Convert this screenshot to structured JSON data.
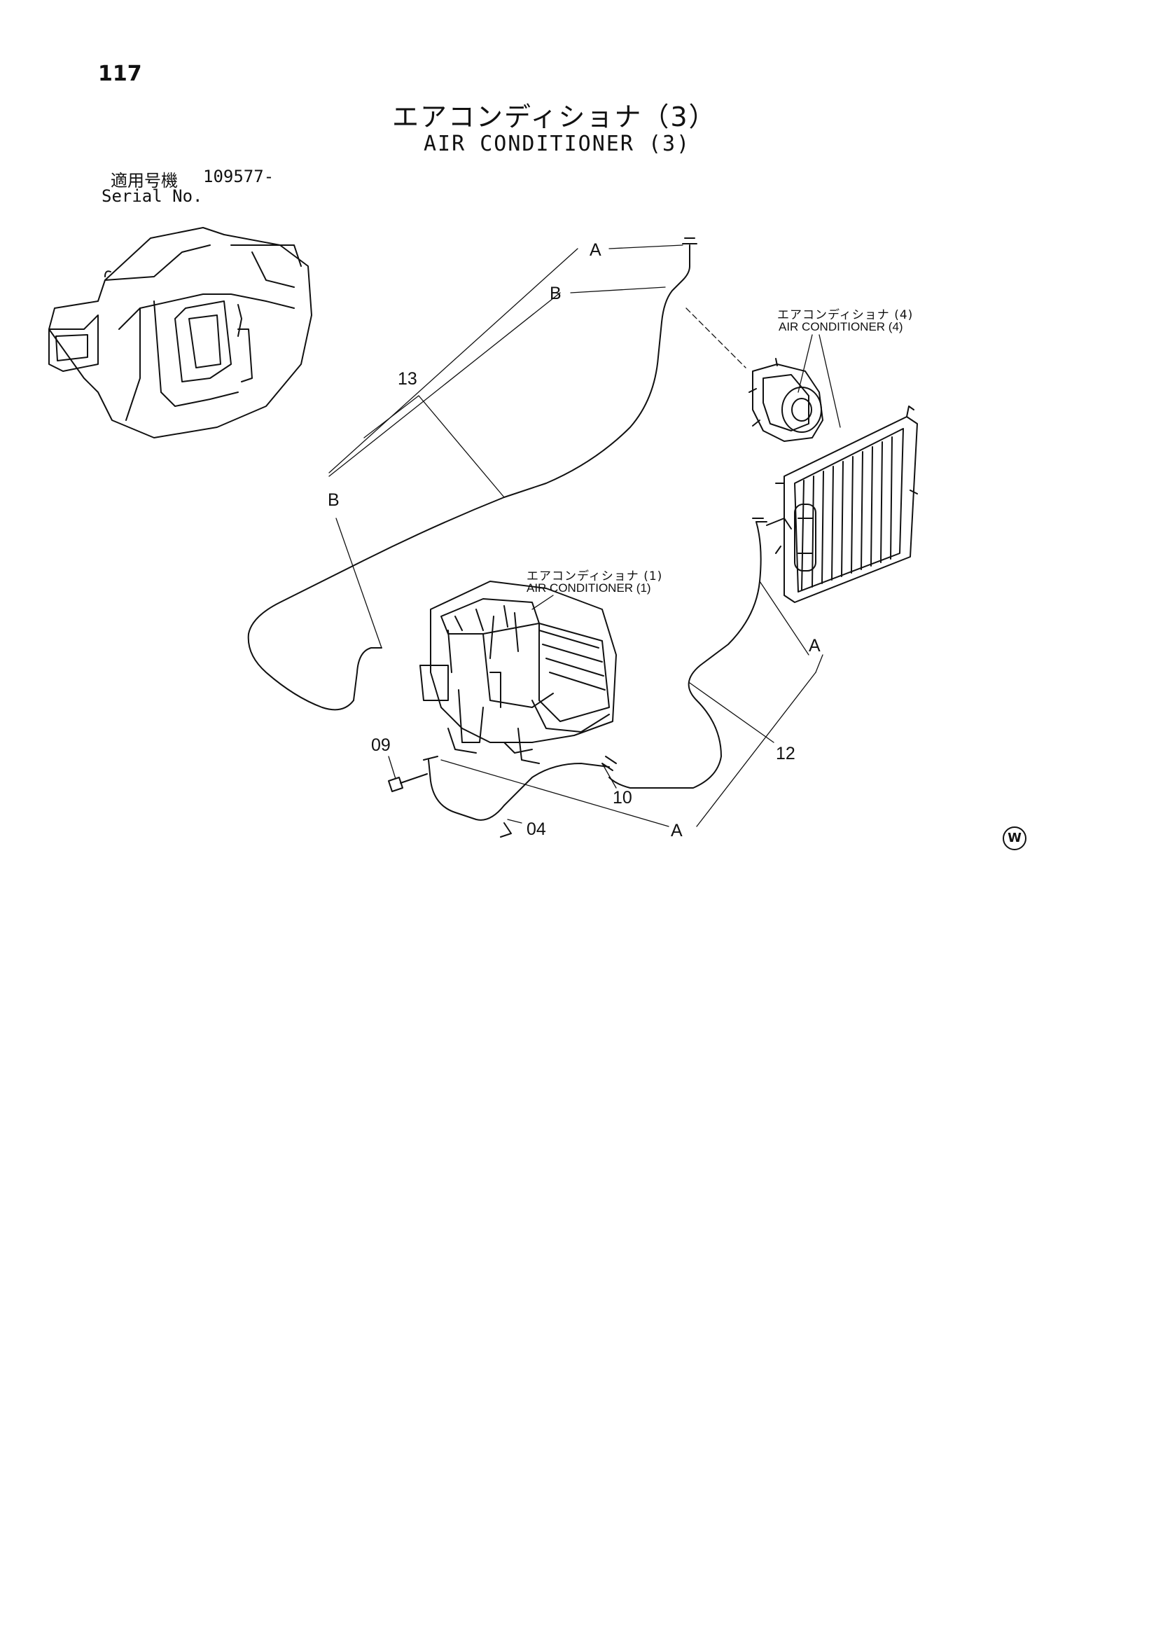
{
  "page_number": "117",
  "title": {
    "jp": "エアコンディショナ（3）",
    "en": "AIR CONDITIONER (3)"
  },
  "serial": {
    "jp_label": "適用号機",
    "value": "109577-",
    "en_label": "Serial No."
  },
  "references": {
    "ac4": {
      "jp": "エアコンディショナ (4)",
      "en": "AIR CONDITIONER (4)"
    },
    "ac1": {
      "jp": "エアコンディショナ (1)",
      "en": "AIR CONDITIONER (1)"
    }
  },
  "callouts": {
    "a_top": "A",
    "b_top": "B",
    "b_left": "B",
    "a_right": "A",
    "a_bottom": "A",
    "part_13": "13",
    "part_12": "12",
    "part_10": "10",
    "part_09": "09",
    "part_04": "04"
  },
  "mark": "W"
}
